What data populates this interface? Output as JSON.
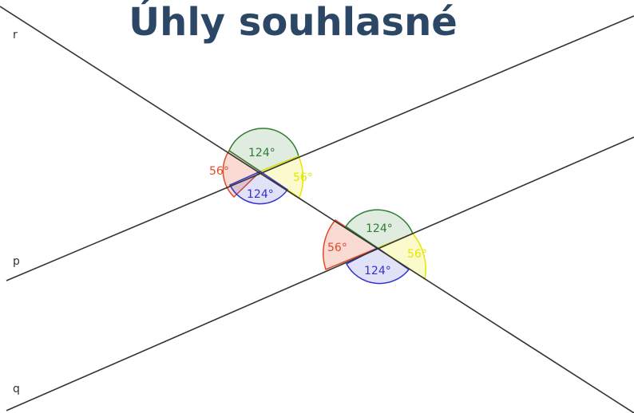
{
  "title": "Úhly souhlasné",
  "lines": {
    "r": "r",
    "p": "p",
    "q": "q"
  },
  "colors": {
    "title": "#2c4766",
    "line": "#333333",
    "angle_red": "#e04a2a",
    "angle_green": "#2e7d32",
    "angle_yellow": "#e6e600",
    "angle_blue": "#3333cc"
  },
  "intersections": [
    {
      "id": "upper",
      "angles": {
        "top": "124°",
        "left": "56°",
        "right": "56°",
        "bottom": "124°"
      }
    },
    {
      "id": "lower",
      "angles": {
        "top": "124°",
        "left": "56°",
        "right": "56°",
        "bottom": "124°"
      }
    }
  ]
}
